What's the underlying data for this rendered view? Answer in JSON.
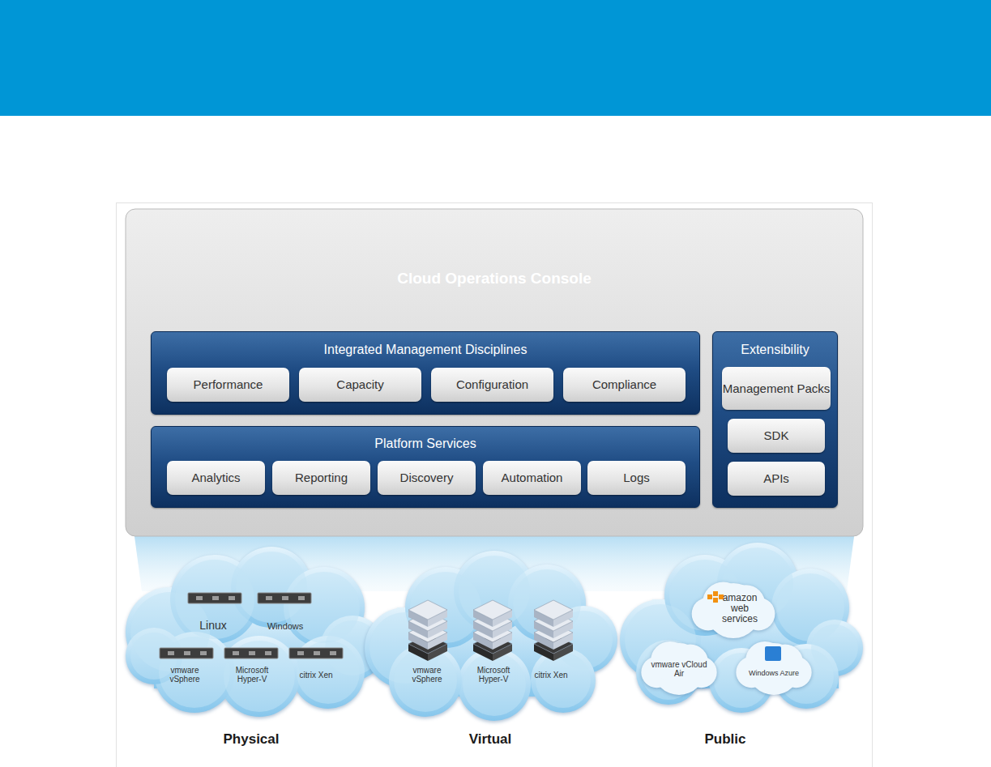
{
  "diagram": {
    "nodes": [
      {
        "text": [
          "Cloud Operations Console"
        ]
      },
      {
        "text": [
          "Integrated Management Disciplines"
        ]
      },
      {
        "text": [
          "Performance"
        ],
        "in": 1
      },
      {
        "text": [
          "Capacity"
        ],
        "in": 1
      },
      {
        "text": [
          "Configuration"
        ],
        "in": 1
      },
      {
        "text": [
          "Compliance"
        ],
        "in": 1
      },
      {
        "text": [
          "Platform Services"
        ]
      },
      {
        "text": [
          "Analytics"
        ],
        "in": 6
      },
      {
        "text": [
          "Reporting"
        ],
        "in": 6
      },
      {
        "text": [
          "Discovery"
        ],
        "in": 6
      },
      {
        "text": [
          "Automation"
        ],
        "in": 6
      },
      {
        "text": [
          "Logs"
        ],
        "in": 6
      },
      {
        "text": [
          "Extensibility"
        ]
      },
      {
        "text": [
          "Management Packs"
        ],
        "in": 12
      },
      {
        "text": [
          "SDK"
        ],
        "in": 12
      },
      {
        "text": [
          "APIs"
        ],
        "in": 12
      },
      {
        "text": [
          "Physical",
          "Linux",
          "Windows",
          "vmware vSphere",
          "Microsoft Hyper-V",
          "citrix Xen"
        ]
      },
      {
        "text": [
          "Virtual",
          "vmware vSphere",
          "Microsoft Hyper-V",
          "citrix Xen"
        ]
      },
      {
        "text": [
          "Public",
          "amazon web services",
          "vmware vCloud Air",
          "Windows Azure"
        ]
      }
    ]
  }
}
